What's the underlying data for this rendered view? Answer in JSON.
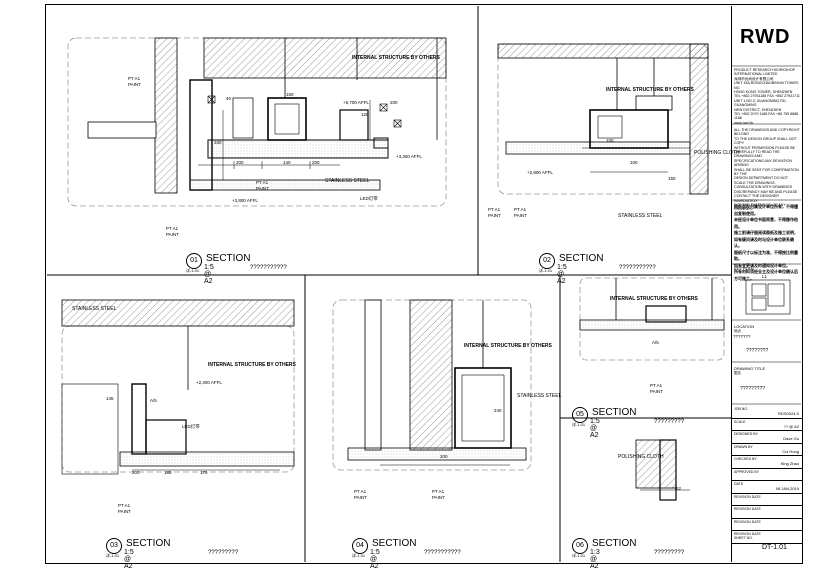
{
  "sheet": {
    "logo": "RWD",
    "company_lines": [
      "PRODUCT RESEARCH WORKSHOP INTERNATIONAL LIMITED",
      "深圳市优尚设计有限公司",
      "UNIT 15A,RONGCHAOBINHAI TOWER, NO.",
      "HONG KONG TOWER, SHENZHEN",
      "TEL +852 27931188   FAX +852 27931711",
      "UNIT 1,NO.3, GUANGMING RD, GUANGMING",
      "NEW DISTRICT, SHENZHEN",
      "TEL +852 2079 1188  FAX +86 755 8888 1188",
      "www.rwd.hk"
    ],
    "copyright_lines": [
      "ALL THE DRAWINGS AND COPYRIGHT BELONG",
      "TO THE DESIGN GROUP SHALL NOT COPY",
      "WITHOUT PERMISSION.PLEASE BE",
      "CAREFULLY TO READ THE DRAWINGS AND",
      "SPECIFICATIONS ANY DEVIATION ARISING",
      "SHALL BE SENT FOR CONFIRMATION BY THE",
      "DESIGN DEPARTMENT DO NOT SCALE THE DRAWINGS.",
      "CONSULTATION WITH DRAWINGS",
      "DISCREPANCY MAY BE AND PLEASE",
      "CONTACT THE DESIGNER IMMEDIATELY.",
      "FOR THE EXTENSION OF ANY CHANGES."
    ],
    "cn_lines": [
      "图纸版权归属设计单位所有，不得擅自复制使用。",
      "未经设计单位书面同意，不得挪作他用。",
      "施工前请仔细阅读图纸及施工说明，",
      "如有疑问请及时与设计单位联系确认。",
      "图纸尺寸以标注为准，不得按比例量取。",
      "如有变更请及时通知设计单位。",
      "所有材料须经业主及设计单位确认后方可施工。"
    ],
    "key_plan_label": "KEY PLAN",
    "key_plan_level": "L1",
    "location_label": "LOCATION",
    "location_sub": "地点",
    "location_value_1": "????????????",
    "location_value_2": "????????",
    "drawing_title_label": "DRAWING TITLE",
    "drawing_title_sub": "图名",
    "drawing_title_value": "?????????",
    "rows": [
      {
        "label": "JOB NO.",
        "value": "RDS0024-0"
      },
      {
        "label": "SCALE",
        "value": "?? @ A2"
      },
      {
        "label": "DESIGNED BY",
        "value": "Dave Gu"
      },
      {
        "label": "DRAWN BY",
        "value": "Cui Hong"
      },
      {
        "label": "CHECKED BY",
        "value": "King Zhao"
      },
      {
        "label": "APPROVED BY",
        "value": ""
      },
      {
        "label": "DATE",
        "value": "08 JAN,2019"
      },
      {
        "label": "REVISION DATE",
        "value": ""
      },
      {
        "label": "REVISION DATE",
        "value": ""
      },
      {
        "label": "REVISION DATE",
        "value": ""
      },
      {
        "label": "REVISION DATE",
        "value": ""
      }
    ],
    "sheet_no_label": "SHEET NO.",
    "sheet_no": "DT-1.01"
  },
  "sections": [
    {
      "no": "01",
      "title": "SECTION",
      "tag": "详-1.01",
      "scale": "1:5 @ A2",
      "name": "???????????"
    },
    {
      "no": "02",
      "title": "SECTION",
      "tag": "详-1.01",
      "scale": "1:5 @ A2",
      "name": "???????????"
    },
    {
      "no": "03",
      "title": "SECTION",
      "tag": "详-1.01",
      "scale": "1:5 @ A2",
      "name": "?????????"
    },
    {
      "no": "04",
      "title": "SECTION",
      "tag": "详-1.01",
      "scale": "1:5 @ A2",
      "name": "???????????"
    },
    {
      "no": "05",
      "title": "SECTION",
      "tag": "详-1.01",
      "scale": "1:5 @ A2",
      "name": "?????????"
    },
    {
      "no": "06",
      "title": "SECTION",
      "tag": "详-1.01",
      "scale": "1:3 @ A2",
      "name": "?????????"
    }
  ],
  "annotations": {
    "internal_structure": "INTERNAL STRUCTURE BY OTHERS",
    "paint": "PAINT",
    "pt_a1": "PT A1",
    "stainless_steel": "STAINLESS STEEL",
    "polishing_cloth": "POLISHING CLOTH",
    "aff_1": "+5,700 AFFL",
    "aff_2": "+3,300 AFFL",
    "aff_3": "+2,800 AFFL",
    "aff_4": "+2,800 AFFL",
    "aff_5": "+2,300 AFFL",
    "led": "LED灯带",
    "dims_01": [
      "200",
      "140",
      "200",
      "150",
      "200",
      "120",
      "330",
      "40"
    ],
    "dims_02": [
      "100",
      "100",
      "150"
    ],
    "dims_03": [
      "200",
      "185",
      "175",
      "145"
    ],
    "dims_04": [
      "200",
      "240"
    ],
    "dims_06": [
      "62"
    ],
    "a5": "A/5",
    "question": "???????"
  }
}
